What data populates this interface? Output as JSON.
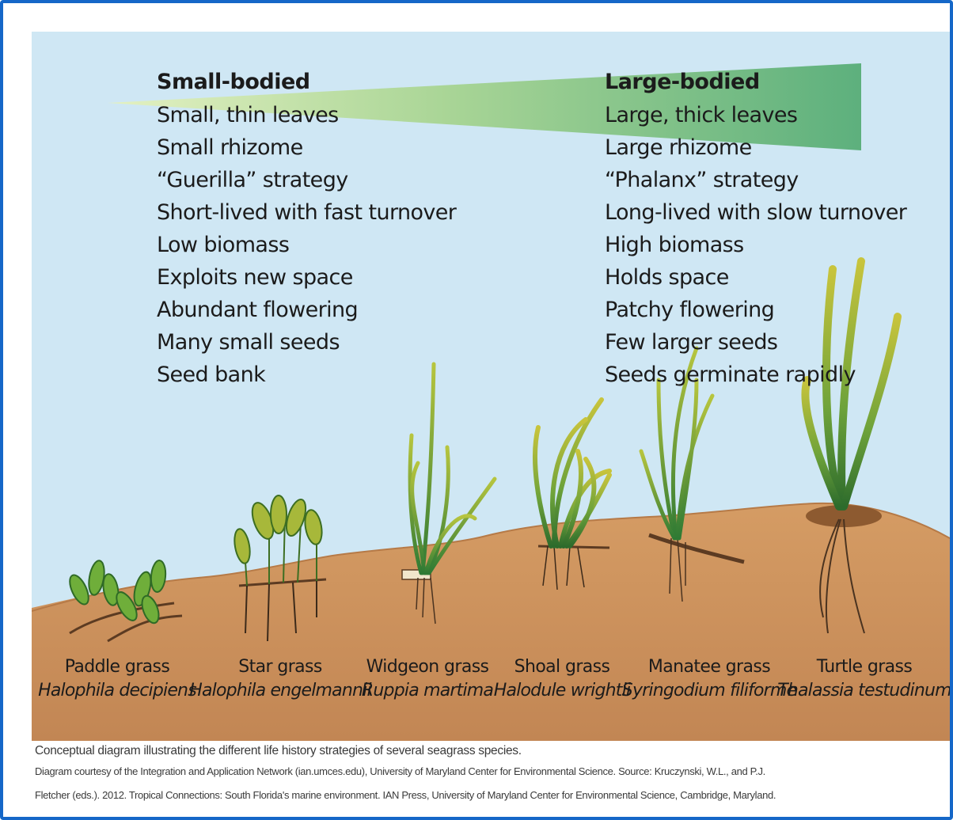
{
  "colors": {
    "frame": "#1567c8",
    "water": "#cfe7f4",
    "sediment": "#c9915d",
    "gradient_start": "#d7eab0",
    "gradient_end": "#5fb37c"
  },
  "left_column": {
    "heading": "Small-bodied",
    "traits": [
      "Small, thin leaves",
      "Small rhizome",
      "“Guerilla” strategy",
      "Short-lived with fast turnover",
      "Low biomass",
      "Exploits new space",
      "Abundant flowering",
      "Many small seeds",
      "Seed bank"
    ]
  },
  "right_column": {
    "heading": "Large-bodied",
    "traits": [
      "Large, thick leaves",
      "Large rhizome",
      "“Phalanx” strategy",
      "Long-lived with slow turnover",
      "High biomass",
      "Holds space",
      "Patchy flowering",
      "Few larger seeds",
      "Seeds germinate rapidly"
    ]
  },
  "species": [
    {
      "common": "Paddle grass",
      "latin": "Halophila decipiens"
    },
    {
      "common": "Star grass",
      "latin": "Halophila engelmannii"
    },
    {
      "common": "Widgeon grass",
      "latin": "Ruppia martima"
    },
    {
      "common": "Shoal grass",
      "latin": "Halodule wrightii"
    },
    {
      "common": "Manatee grass",
      "latin": "Syringodium filiforme"
    },
    {
      "common": "Turtle grass",
      "latin": "Thalassia testudinum"
    }
  ],
  "caption": {
    "line1": "Conceptual diagram illustrating the different life history strategies of several seagrass species.",
    "line2": "Diagram courtesy of the Integration and Application Network (ian.umces.edu), University of Maryland Center for Environmental Science. Source: Kruczynski, W.L., and P.J.",
    "line3": "Fletcher (eds.). 2012. Tropical Connections: South Florida's marine environment. IAN Press, University of Maryland Center for Environmental Science, Cambridge, Maryland."
  }
}
